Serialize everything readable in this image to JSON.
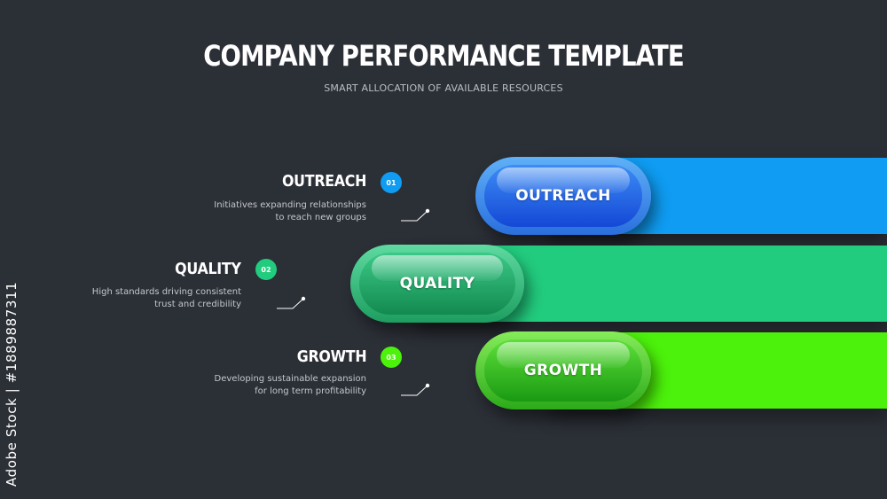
{
  "header": {
    "title": "COMPANY PERFORMANCE TEMPLATE",
    "subtitle": "SMART ALLOCATION OF AVAILABLE RESOURCES"
  },
  "items": [
    {
      "number": "01",
      "title": "OUTREACH",
      "pill_label": "OUTREACH",
      "description_line1": "Initiatives expanding relationships",
      "description_line2": "to reach new groups",
      "color": "#0f9cf2"
    },
    {
      "number": "02",
      "title": "QUALITY",
      "pill_label": "QUALITY",
      "description_line1": "High standards driving consistent",
      "description_line2": "trust and credibility",
      "color": "#22cc7e"
    },
    {
      "number": "03",
      "title": "GROWTH",
      "pill_label": "GROWTH",
      "description_line1": "Developing sustainable expansion",
      "description_line2": "for long term profitability",
      "color": "#4cf20b"
    }
  ],
  "watermark": "Adobe Stock | #1889887311"
}
